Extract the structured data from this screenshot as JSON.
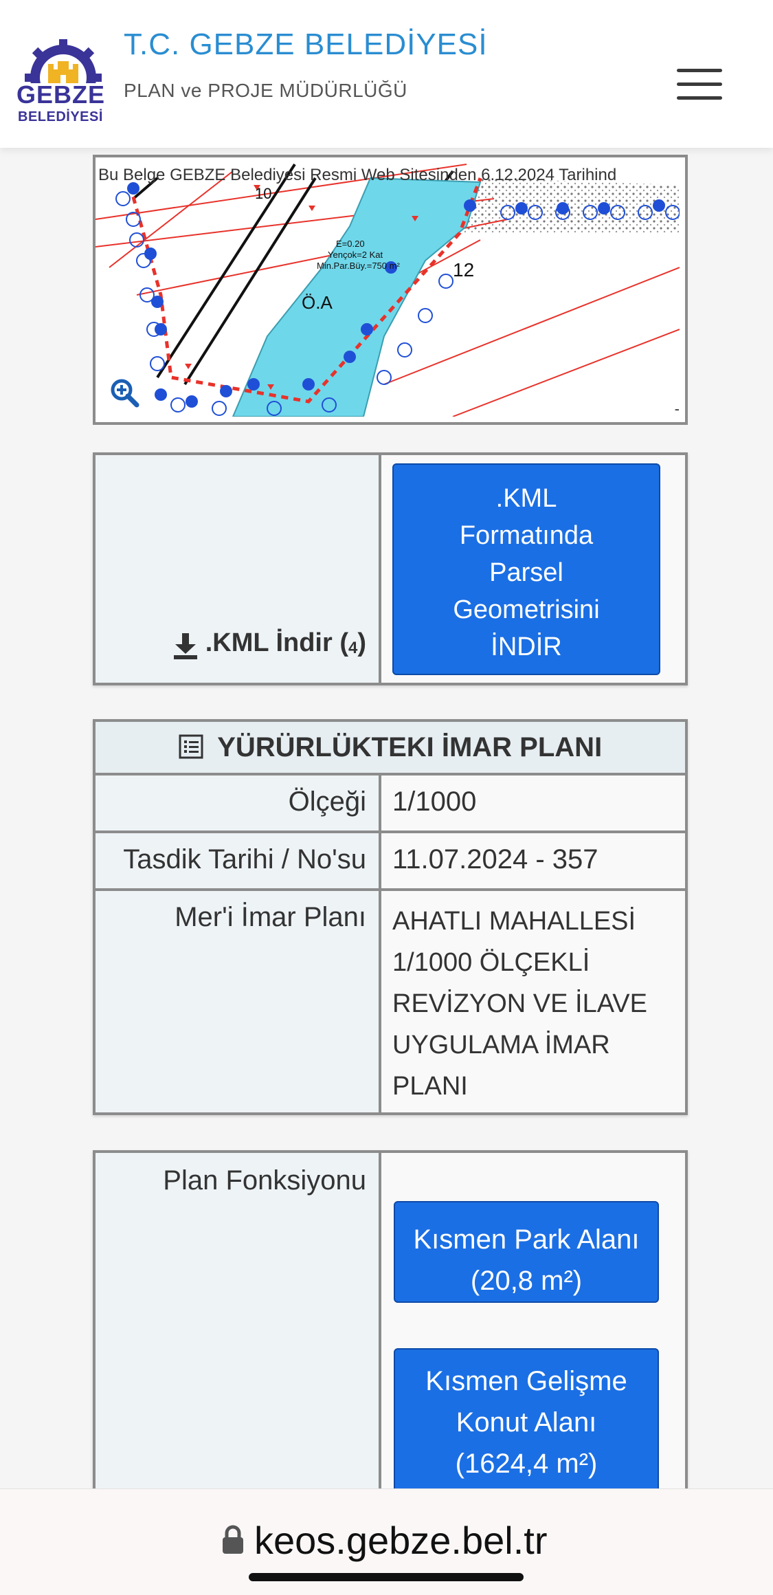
{
  "header": {
    "logo_text_top": "GEBZE",
    "logo_text_bottom": "BELEDİYESİ",
    "title": "T.C. GEBZE BELEDİYESİ",
    "subtitle": "PLAN ve PROJE MÜDÜRLÜĞÜ",
    "menu_icon": "hamburger-icon",
    "colors": {
      "brand": "#2a8dd1",
      "logo_purple": "#3a3398",
      "logo_gold": "#f0b323"
    }
  },
  "map": {
    "watermark": "Bu Belge GEBZE Belediyesi Resmi Web Sitesinden 6.12.2024 Tarihind",
    "labels": {
      "left_num": "10",
      "right_num": "12",
      "area_label": "Ö.A",
      "density_1": "E=0.20",
      "density_2": "Yençok=2 Kat",
      "density_3": "Min.Par.Büy.=750 m²"
    },
    "dash": "-",
    "zoom_icon": "zoom-in-icon",
    "colors": {
      "parcel_fill": "#6fd7ea",
      "boundary": "#e8322a",
      "points": "#1f4fd6"
    }
  },
  "kml": {
    "download_label": ".KML İndir (",
    "download_sup": "4",
    "download_close": ")",
    "download_icon": "download-icon",
    "button_lines": [
      ".KML",
      "Formatında",
      "Parsel",
      "Geometrisini",
      "İNDİR"
    ]
  },
  "plan": {
    "title": "YÜRÜRLÜKTEKI İMAR PLANI",
    "title_icon": "list-icon",
    "rows": [
      {
        "label": "Ölçeği",
        "value": "1/1000"
      },
      {
        "label": "Tasdik Tarihi / No'su",
        "value": "11.07.2024 - 357"
      },
      {
        "label": "Mer'i İmar Planı",
        "value": "AHATLI MAHALLESİ 1/1000 ÖLÇEKLİ REVİZYON VE İLAVE UYGULAMA İMAR PLANI"
      }
    ]
  },
  "function": {
    "label": "Plan Fonksiyonu",
    "buttons": [
      "Kısmen Park Alanı (20,8 m²)",
      "Kısmen Gelişme Konut Alanı (1624,4 m²)"
    ]
  },
  "browser": {
    "url": "keos.gebze.bel.tr",
    "lock_icon": "lock-icon"
  }
}
